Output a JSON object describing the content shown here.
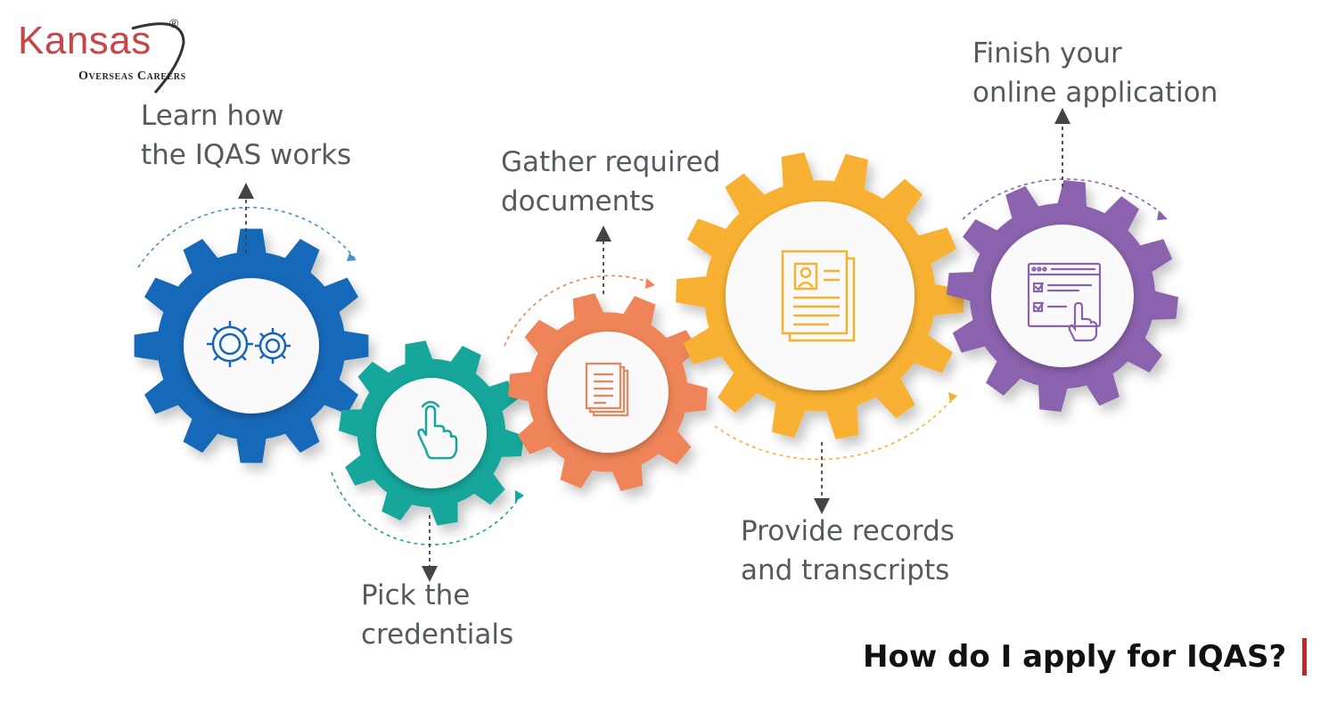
{
  "brand": {
    "name": "Kansas",
    "tagline": "Overseas Careers",
    "registered_mark": "®",
    "color": "#c6464a"
  },
  "title": "How do I apply for IQAS?",
  "accent_color": "#c0282d",
  "steps": [
    {
      "line1": "Learn how",
      "line2": "the IQAS works",
      "color": "#1667b8",
      "icon": "cogs-icon"
    },
    {
      "line1": "Pick the",
      "line2": "credentials",
      "color": "#17a69b",
      "icon": "pointing-hand-icon"
    },
    {
      "line1": "Gather required",
      "line2": "documents",
      "color": "#ef8459",
      "icon": "document-stack-icon"
    },
    {
      "line1": "Provide records",
      "line2": "and transcripts",
      "color": "#f8b133",
      "icon": "profile-record-icon"
    },
    {
      "line1": "Finish your",
      "line2": "online application",
      "color": "#8a62ad",
      "icon": "online-form-icon"
    }
  ]
}
